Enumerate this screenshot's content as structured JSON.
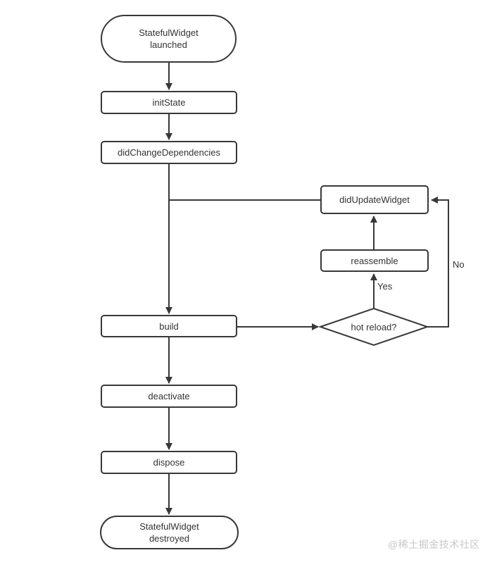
{
  "diagram": {
    "type": "flowchart",
    "subject": "StatefulWidget lifecycle",
    "colors": {
      "background": "#ffffff",
      "stroke": "#383838",
      "text": "#333333",
      "watermark": "#c8c8c8"
    },
    "nodes": {
      "start": {
        "shape": "terminator",
        "label": "StatefulWidget\nlaunched"
      },
      "init_state": {
        "shape": "process",
        "label": "initState"
      },
      "did_change": {
        "shape": "process",
        "label": "didChangeDependencies"
      },
      "did_update": {
        "shape": "process",
        "label": "didUpdateWidget"
      },
      "reassemble": {
        "shape": "process",
        "label": "reassemble"
      },
      "build": {
        "shape": "process",
        "label": "build"
      },
      "hot_reload": {
        "shape": "decision",
        "label": "hot reload?"
      },
      "deactivate": {
        "shape": "process",
        "label": "deactivate"
      },
      "dispose": {
        "shape": "process",
        "label": "dispose"
      },
      "end": {
        "shape": "terminator",
        "label": "StatefulWidget\ndestroyed"
      }
    },
    "edges": [
      {
        "from": "start",
        "to": "init_state"
      },
      {
        "from": "init_state",
        "to": "did_change"
      },
      {
        "from": "did_change",
        "to": "build"
      },
      {
        "from": "did_update",
        "to": "build"
      },
      {
        "from": "build",
        "to": "hot_reload"
      },
      {
        "from": "hot_reload",
        "to": "reassemble",
        "label": "Yes"
      },
      {
        "from": "reassemble",
        "to": "did_update"
      },
      {
        "from": "hot_reload",
        "to": "did_update",
        "label": "No"
      },
      {
        "from": "build",
        "to": "deactivate"
      },
      {
        "from": "deactivate",
        "to": "dispose"
      },
      {
        "from": "dispose",
        "to": "end"
      }
    ]
  },
  "watermark": "@稀土掘金技术社区"
}
